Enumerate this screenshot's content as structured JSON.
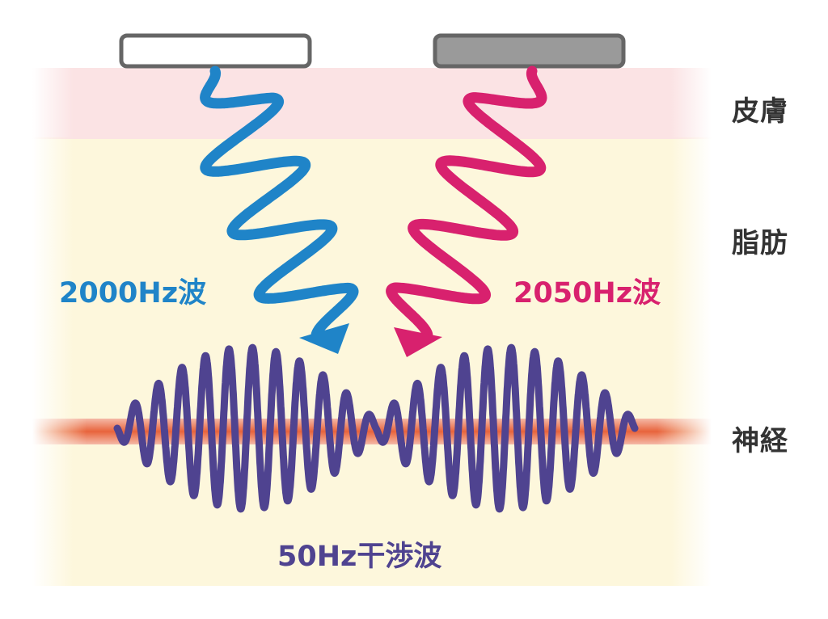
{
  "layers": {
    "skin": "皮膚",
    "fat": "脂肪",
    "nerve": "神経"
  },
  "waves": {
    "left_label": "2000Hz波",
    "right_label": "2050Hz波",
    "interference_label": "50Hz干渉波"
  },
  "colors": {
    "skin_band": "#fbe3e4",
    "fat_band": "#fdf7dc",
    "nerve_band": "#e8643c",
    "left_wave": "#1f84c8",
    "right_wave": "#d8216e",
    "interference_wave": "#4f4390",
    "electrode_left_fill": "#ffffff",
    "electrode_right_fill": "#9a9a9a",
    "electrode_stroke": "#666666"
  },
  "icons": {
    "left_electrode": "electrode-pad-white",
    "right_electrode": "electrode-pad-gray",
    "left_arrow": "arrow-down-icon",
    "right_arrow": "arrow-down-icon"
  }
}
